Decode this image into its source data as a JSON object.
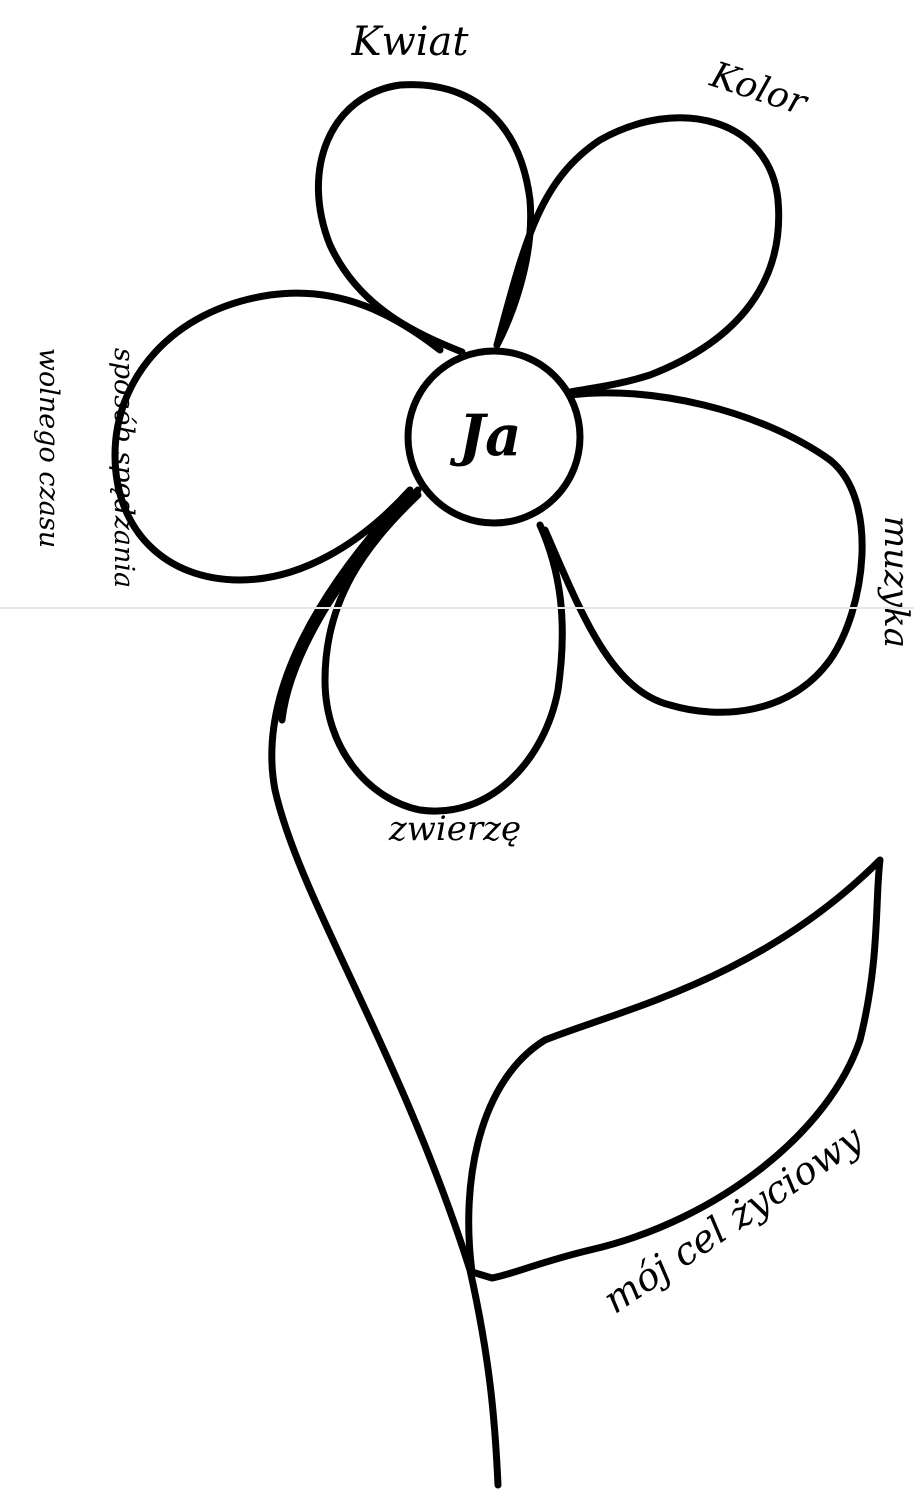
{
  "center_label": "Ja",
  "petals": {
    "top": "Kwiat",
    "top_right": "Kolor",
    "left_line1": "sposób spędzania",
    "left_line2": "wolnego czasu",
    "right": "muzyka",
    "bottom": "zwierzę"
  },
  "leaf_label": "mój cel życiowy",
  "colors": {
    "ink": "#000000",
    "paper": "#ffffff"
  }
}
